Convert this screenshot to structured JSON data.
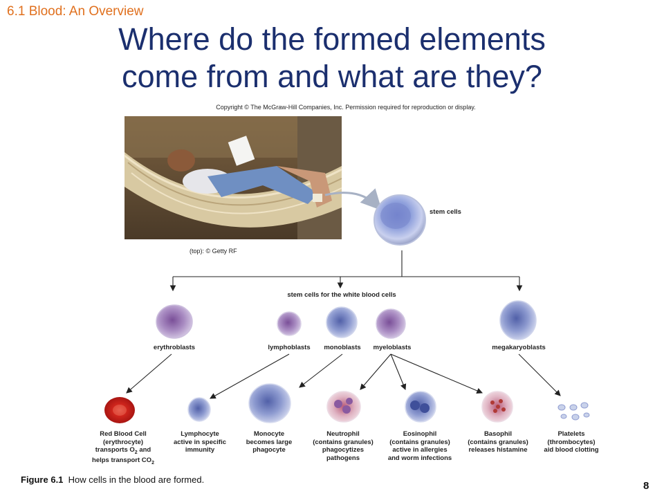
{
  "header": {
    "section": "6.1 Blood: An Overview",
    "title_line1": "Where do the formed elements",
    "title_line2": "come from and what are they?"
  },
  "copyright": "Copyright © The McGraw-Hill Companies, Inc. Permission required for reproduction or display.",
  "photo_credit": "(top): © Getty RF",
  "diagram": {
    "stem_cells": "stem cells",
    "wbc_stem_cells": "stem cells for the white blood cells",
    "precursors": {
      "erythroblasts": "erythroblasts",
      "lymphoblasts": "lymphoblasts",
      "monoblasts": "monoblasts",
      "myeloblasts": "myeloblasts",
      "megakaryoblasts": "megakaryoblasts"
    },
    "mature": {
      "rbc": [
        "Red Blood Cell",
        "(erythrocyte)",
        "transports O",
        "2",
        " and",
        "helps transport CO",
        "2"
      ],
      "lymphocyte": [
        "Lymphocyte",
        "active in specific",
        "immunity"
      ],
      "monocyte": [
        "Monocyte",
        "becomes large",
        "phagocyte"
      ],
      "neutrophil": [
        "Neutrophil",
        "(contains granules)",
        "phagocytizes",
        "pathogens"
      ],
      "eosinophil": [
        "Eosinophil",
        "(contains granules)",
        "active in allergies",
        "and worm infections"
      ],
      "basophil": [
        "Basophil",
        "(contains granules)",
        "releases histamine"
      ],
      "platelets": [
        "Platelets",
        "(thrombocytes)",
        "aid blood clotting"
      ]
    }
  },
  "caption": {
    "figure": "Figure 6.1",
    "text": "How cells in the blood are formed."
  },
  "page_number": "8"
}
